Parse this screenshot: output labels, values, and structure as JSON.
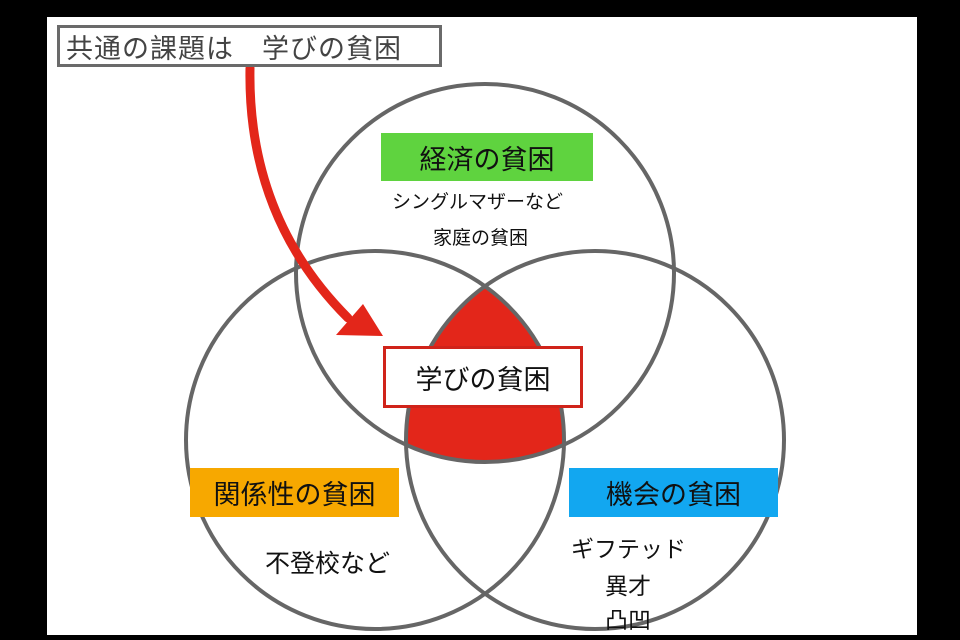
{
  "common_title": "共通の課題は　学びの貧困",
  "economic": {
    "label": "経済の貧困",
    "examples": [
      "シングルマザーなど",
      "家庭の貧困"
    ]
  },
  "relation": {
    "label": "関係性の貧困",
    "examples": [
      "不登校など"
    ]
  },
  "opportunity": {
    "label": "機会の貧困",
    "examples": [
      "ギフテッド",
      "異才",
      "凸凹"
    ]
  },
  "center": {
    "label": "学びの貧困"
  },
  "colors": {
    "economic": "#5fd33f",
    "relation": "#f7a800",
    "opportunity": "#12a7f0",
    "accent_red": "#e3261a",
    "circle_stroke": "#666666"
  }
}
